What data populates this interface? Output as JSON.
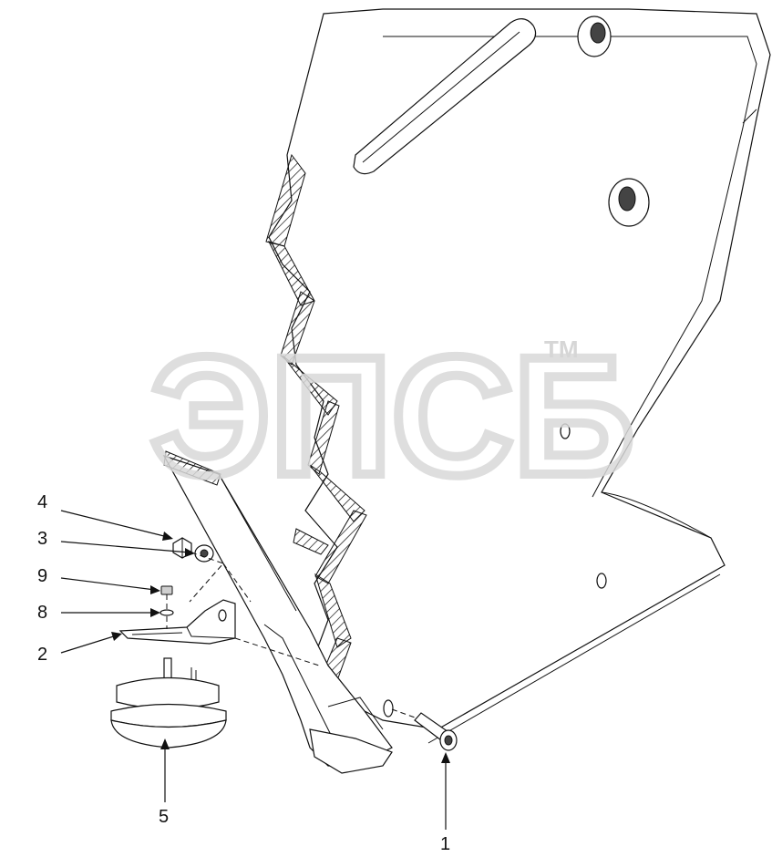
{
  "diagram": {
    "callouts": [
      {
        "id": "1",
        "label": "1"
      },
      {
        "id": "2",
        "label": "2"
      },
      {
        "id": "3",
        "label": "3"
      },
      {
        "id": "4",
        "label": "4"
      },
      {
        "id": "5",
        "label": "5"
      },
      {
        "id": "8",
        "label": "8"
      },
      {
        "id": "9",
        "label": "9"
      }
    ]
  },
  "watermark": {
    "brand": "ЭПСБ",
    "trademark": "TM"
  },
  "colors": {
    "line": "#111111",
    "watermark": "#d9d9d9"
  }
}
